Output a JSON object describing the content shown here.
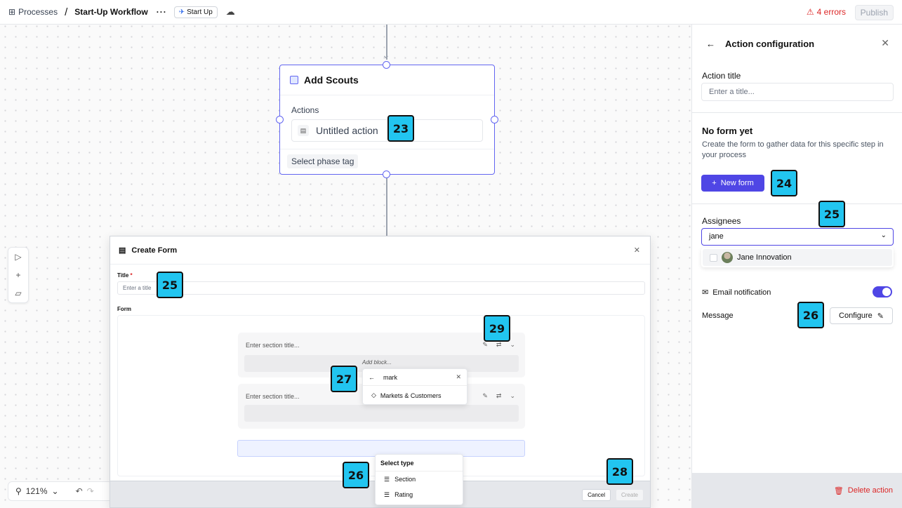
{
  "topbar": {
    "crumb_root": "Processes",
    "separator": "/",
    "title": "Start-Up Workflow",
    "more": "···",
    "badge": "Start Up",
    "errors": "4 errors",
    "publish": "Publish"
  },
  "node": {
    "title": "Add Scouts",
    "actions_label": "Actions",
    "action_name": "Untitled action",
    "phase_tag": "Select phase tag"
  },
  "zoom": {
    "value": "121%"
  },
  "modal": {
    "title": "Create Form",
    "title_label": "Title",
    "required_mark": "*",
    "title_placeholder": "Enter a title",
    "form_label": "Form",
    "section_placeholder": "Enter section title...",
    "add_block": "Add block...",
    "search_value": "mark",
    "search_result": "Markets & Customers",
    "select_type": "Select type",
    "type_options": [
      "Section",
      "Rating"
    ],
    "cancel": "Cancel",
    "create": "Create"
  },
  "panel": {
    "header": "Action configuration",
    "action_title_label": "Action title",
    "action_title_placeholder": "Enter a title...",
    "no_form_title": "No form yet",
    "no_form_desc": "Create the form to gather data for this specific step in your process",
    "new_form": "New form",
    "assignees_label": "Assignees",
    "assignee_search": "jane",
    "assignee_option": "Jane Innovation",
    "email_notification": "Email notification",
    "message_label": "Message",
    "configure": "Configure",
    "delete_action": "Delete action"
  },
  "markers": [
    "23",
    "24",
    "25",
    "25",
    "26",
    "26",
    "27",
    "28",
    "29"
  ],
  "colors": {
    "accent": "#4f46e5",
    "error": "#dc2626",
    "marker": "#22c5f0"
  }
}
